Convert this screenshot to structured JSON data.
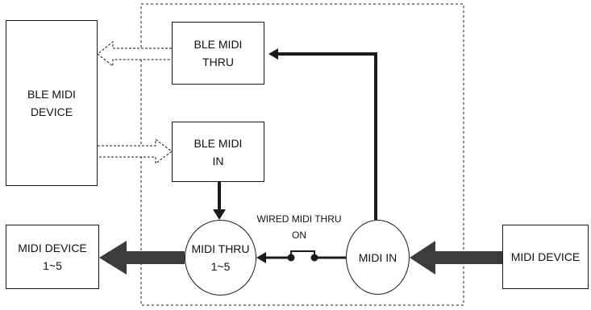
{
  "nodes": {
    "ble_midi_device": "BLE MIDI\nDEVICE",
    "ble_midi_thru": "BLE MIDI\nTHRU",
    "ble_midi_in": "BLE MIDI\nIN",
    "midi_thru": "MIDI THRU\n1~5",
    "midi_in": "MIDI IN",
    "midi_device_out": "MIDI DEVICE\n1~5",
    "midi_device_in": "MIDI DEVICE"
  },
  "switch_label": "WIRED MIDI THRU\nON",
  "colors": {
    "line": "#1a1a1a",
    "flow_arrow": "#3c3c3c"
  }
}
